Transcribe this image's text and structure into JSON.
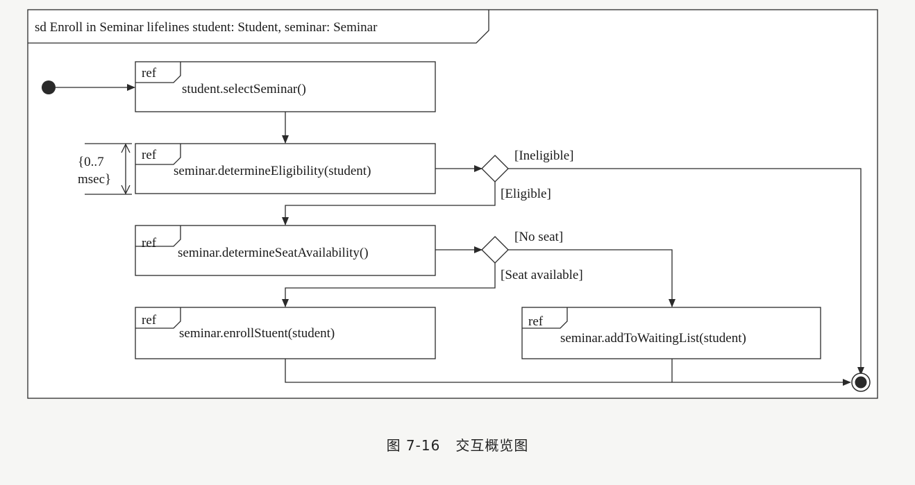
{
  "frame": {
    "title": "sd Enroll in Seminar lifelines student: Student, seminar: Seminar"
  },
  "refs": {
    "select_seminar": {
      "tag": "ref",
      "label": "student.selectSeminar()"
    },
    "determine_eligibility": {
      "tag": "ref",
      "label": "seminar.determineEligibility(student)"
    },
    "determine_seat": {
      "tag": "ref",
      "label": "seminar.determineSeatAvailability()"
    },
    "enroll": {
      "tag": "ref",
      "label": "seminar.enrollStuent(student)"
    },
    "waiting_list": {
      "tag": "ref",
      "label": "seminar.addToWaitingList(student)"
    }
  },
  "guards": {
    "ineligible": "[Ineligible]",
    "eligible": "[Eligible]",
    "no_seat": "[No seat]",
    "seat_available": "[Seat available]"
  },
  "duration_constraint": {
    "line1": "{0..7",
    "line2": "msec}"
  },
  "caption": {
    "figure": "图 7-16",
    "title": "交互概览图"
  }
}
